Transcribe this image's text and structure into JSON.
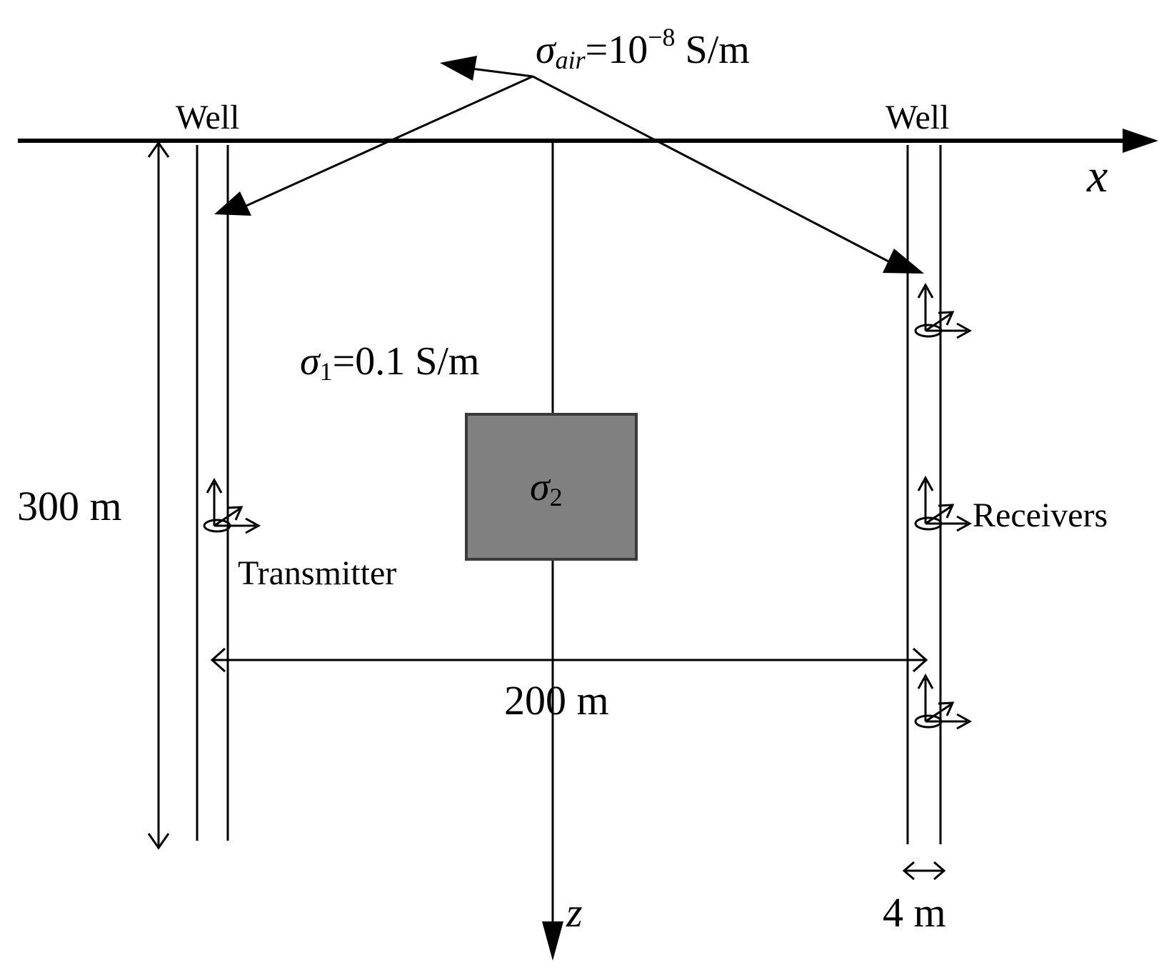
{
  "labels": {
    "sigma_air_symbol": "σ",
    "sigma_air_sub": "air",
    "sigma_air_value": "=10",
    "sigma_air_exp": "−8",
    "sigma_air_unit": " S/m",
    "well_left": "Well",
    "well_right": "Well",
    "axis_x": "x",
    "axis_z": "z",
    "sigma1_symbol": "σ",
    "sigma1_sub": "1",
    "sigma1_value": "=0.1 S/m",
    "sigma2_symbol": "σ",
    "sigma2_sub": "2",
    "depth": "300 m",
    "transmitter": "Transmitter",
    "receivers": "Receivers",
    "spacing": "200 m",
    "well_width": "4 m"
  },
  "colors": {
    "line": "#000000",
    "anomaly_fill": "#808080",
    "anomaly_stroke": "#3a3a3a",
    "background": "#ffffff"
  }
}
